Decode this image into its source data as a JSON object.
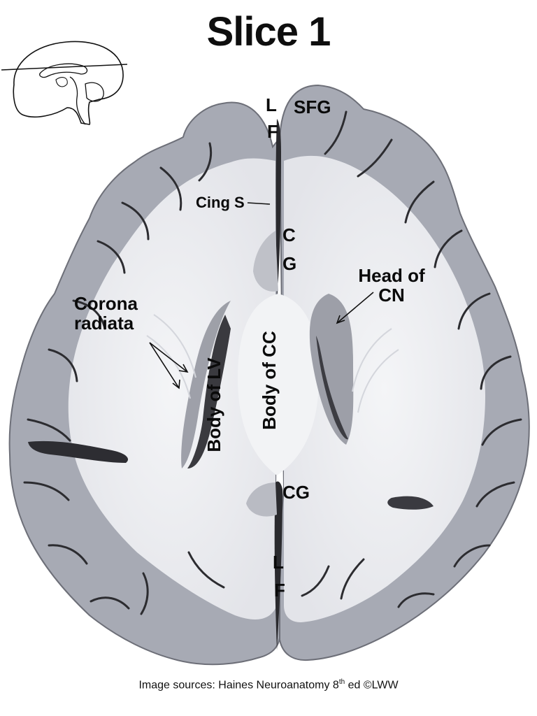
{
  "title": "Slice 1",
  "labels": {
    "l_top": "L",
    "f_top": "F",
    "sfg": "SFG",
    "cing_s": "Cing S",
    "c": "C",
    "g": "G",
    "head_of_cn_line1": "Head of",
    "head_of_cn_line2": "CN",
    "corona_radiata_line1": "Corona",
    "corona_radiata_line2": "radiata",
    "body_of_lv": "Body of LV",
    "body_of_cc": "Body of CC",
    "cg": "CG",
    "l_bottom": "L",
    "f_bottom": "F"
  },
  "caption": {
    "prefix": "Image sources: Haines Neuroanatomy  8",
    "superscript": "th",
    "suffix": " ed ©LWW"
  },
  "colors": {
    "cortex": "#a6a9b3",
    "white_matter": "#ecedf1",
    "sulcus": "#2a2a2e",
    "label": "#0a0a0a"
  }
}
